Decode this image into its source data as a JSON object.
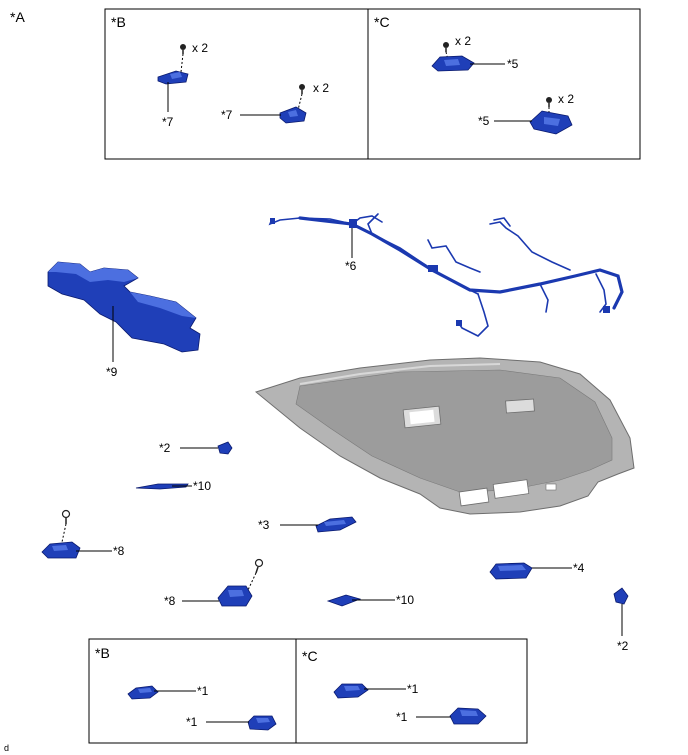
{
  "view_label": "*A",
  "footer_code": "d",
  "top_panels": {
    "left_title": "*B",
    "right_title": "*C"
  },
  "bottom_panels": {
    "left_title": "*B",
    "right_title": "*C"
  },
  "quantity_x2": "x 2",
  "labels": {
    "p1": "*1",
    "p2": "*2",
    "p3": "*3",
    "p4": "*4",
    "p5": "*5",
    "p6": "*6",
    "p7": "*7",
    "p8": "*8",
    "p9": "*9",
    "p10": "*10"
  },
  "colors": {
    "part_blue": "#1f3fb8",
    "headliner_gray": "#a8a8a8",
    "line": "#000000"
  }
}
